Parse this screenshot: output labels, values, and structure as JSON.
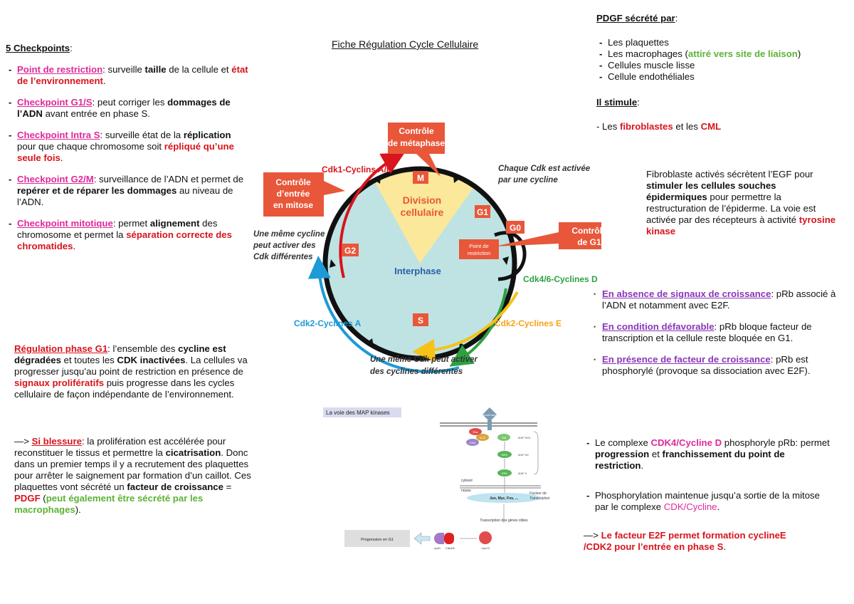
{
  "title": "Fiche Régulation Cycle Cellulaire",
  "checkpoints": {
    "heading": "5 Checkpoints",
    "items": [
      {
        "name": "Point de restriction",
        "t1": ": surveille ",
        "b1": "taille",
        "t2": " de la cellule et ",
        "r1": "état de l’environnement",
        "t3": "."
      },
      {
        "name": "Checkpoint G1/S",
        "t1": ": peut corriger les ",
        "b1": "dommages de l’ADN",
        "t2": " avant entrée en phase S."
      },
      {
        "name": "Checkpoint Intra S",
        "t1": ": surveille état de la ",
        "b1": "réplication",
        "t2": " pour que chaque chromosome soit ",
        "r1": "répliqué qu’une seule fois",
        "t3": "."
      },
      {
        "name": "Checkpoint G2/M",
        "t1": ": surveillance de l’ADN et permet de ",
        "b1": "repérer et de réparer les dommages",
        "t2": " au niveau de l’ADN."
      },
      {
        "name": "Checkpoint mitotique",
        "t1": ": permet ",
        "b1": "alignement",
        "t2": " des chromosome et permet la ",
        "r1": "séparation correcte des chromatides",
        "t3": "."
      }
    ]
  },
  "g1": {
    "title": "Régulation phase G1",
    "t1": ": l’ensemble des ",
    "b1": "cycline est dégradées",
    "t2": " et toutes les ",
    "b2": "CDK inactivées",
    "t3": ". La cellules va progresser jusqu’au point de restriction en présence de ",
    "r1": "signaux prolifératifs",
    "t4": " puis progresse dans les cycles cellulaire de façon indépendante de l’environnement."
  },
  "injury": {
    "arrow": "—> ",
    "title": "Si blessure",
    "t1": ": la prolifération est accélérée pour reconstituer le tissus et permettre la ",
    "b1": "cicatrisation",
    "t2": ". Donc dans un premier temps il y a recrutement des plaquettes pour arrêter le saignement par formation d’un caillot. Ces plaquettes vont sécrété un ",
    "b2": "facteur de croissance",
    "t3": " = ",
    "r1": "PDGF",
    "t4": " (",
    "g1": "peut également être sécrété par les macrophages",
    "t5": ")."
  },
  "pdgf": {
    "title": "PDGF sécrété par",
    "items": [
      "Les plaquettes",
      "Les macrophages (",
      "Cellules muscle lisse",
      "Cellule endothéliales"
    ],
    "macro_note": "attiré vers site de liaison",
    "macro_close": ")",
    "stim_title": "Il stimule",
    "stim_t1": "- Les ",
    "stim_r1": "fibroblastes",
    "stim_t2": " et les ",
    "stim_r2": "CML"
  },
  "fibro": {
    "t1": "Fibroblaste activés sécrètent l’EGF pour ",
    "b1": "stimuler les cellules souches épidermiques",
    "t2": " pour permettre la restructuration de l’épiderme. La voie est activée par des récepteurs à activité ",
    "r1": "tyrosine kinase"
  },
  "prb": [
    {
      "title": "En absence de signaux de croissance",
      "text": ": pRb associé à l’ADN et notamment avec E2F."
    },
    {
      "title": "En condition défavorable",
      "text": ": pRb bloque facteur de transcription et la cellule reste bloquée en G1."
    },
    {
      "title": "En présence de facteur de croissance",
      "text": ": pRb est phosphorylé (provoque sa dissociation avec E2F)."
    }
  ],
  "cdk4": {
    "t1": "Le complexe ",
    "p1": "CDK4/Cycline D",
    "t2": " phosphoryle pRb: permet ",
    "b1": "progression",
    "t3": " et ",
    "b2": "franchissement du point de restriction",
    "t4": "."
  },
  "phospho": {
    "t1": "Phosphorylation maintenue jusqu’a sortie de la mitose par le complexe ",
    "p1": "CDK/Cycline",
    "t2": "."
  },
  "e2f": {
    "arrow": "—> ",
    "r1": "Le facteur E2F permet formation cyclineE /CDK2 pour l’entrée en phase S",
    "t1": "."
  },
  "cycle": {
    "interphase": "Interphase",
    "division": [
      "Division",
      "cellulaire"
    ],
    "phases": {
      "M": "M",
      "G1": "G1",
      "G0": "G0",
      "S": "S",
      "G2": "G2"
    },
    "restriction": [
      "Point de",
      "restriction"
    ],
    "boxes": {
      "metaphase": [
        "Contrôle",
        "de métaphase"
      ],
      "mitose": [
        "Contrôle",
        "d’entrée",
        "en mitose"
      ],
      "g1": [
        "Contrôle",
        "de G1"
      ]
    },
    "cdk_labels": {
      "a_b": "Cdk1-Cyclins A/B",
      "d": "Cdk4/6-Cyclines D",
      "e": "Cdk2-Cyclines E",
      "a": "Cdk2-Cyclines A"
    },
    "notes": {
      "top": [
        "Chaque Cdk est activée",
        "par une cycline"
      ],
      "left": [
        "Une même cycline",
        "peut activer des",
        "Cdk différentes"
      ],
      "bottom": [
        "Une même Cdk peut activer",
        "des cyclines différentes"
      ]
    }
  },
  "map": {
    "title": "La voie des MAP kinases",
    "receptor": "Growth factor",
    "proteins": [
      "Ras",
      "SOS",
      "Grb2",
      "Raf",
      "MEK",
      "ERK"
    ],
    "levels": [
      "MAP KKK",
      "MAP KK",
      "MAP K"
    ],
    "cytosol": "cytosol",
    "nucleus": "noyau",
    "factors": "Jun, Myc, Fos, ...",
    "factor_label": [
      "Facteur de",
      "Transcription"
    ],
    "transcription": "Transcription des gènes cibles",
    "progression": "Progression en G1",
    "cycd": "cycD",
    "cdk46": "Cdk4/6",
    "cyclin_d": "Cycl D"
  },
  "colors": {
    "pink": "#e0299b",
    "red": "#d8141c",
    "green": "#5cb335",
    "purple": "#8a36b8",
    "orange": "#e8573a"
  }
}
